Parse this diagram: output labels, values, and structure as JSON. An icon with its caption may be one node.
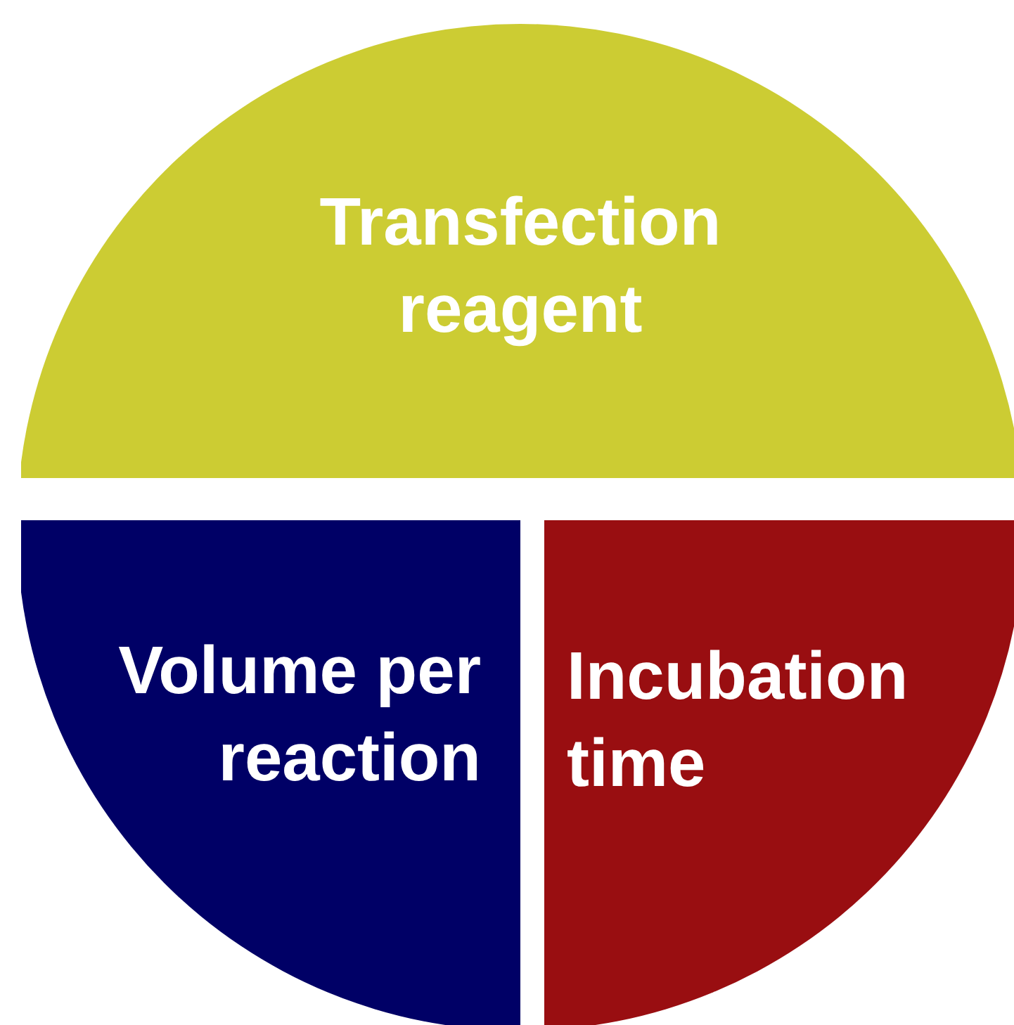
{
  "diagram": {
    "nodes": [
      {
        "text": [
          "Transfection reagent"
        ]
      },
      {
        "text": [
          "Volume per reaction"
        ]
      },
      {
        "text": [
          "Incubation time"
        ]
      }
    ]
  }
}
